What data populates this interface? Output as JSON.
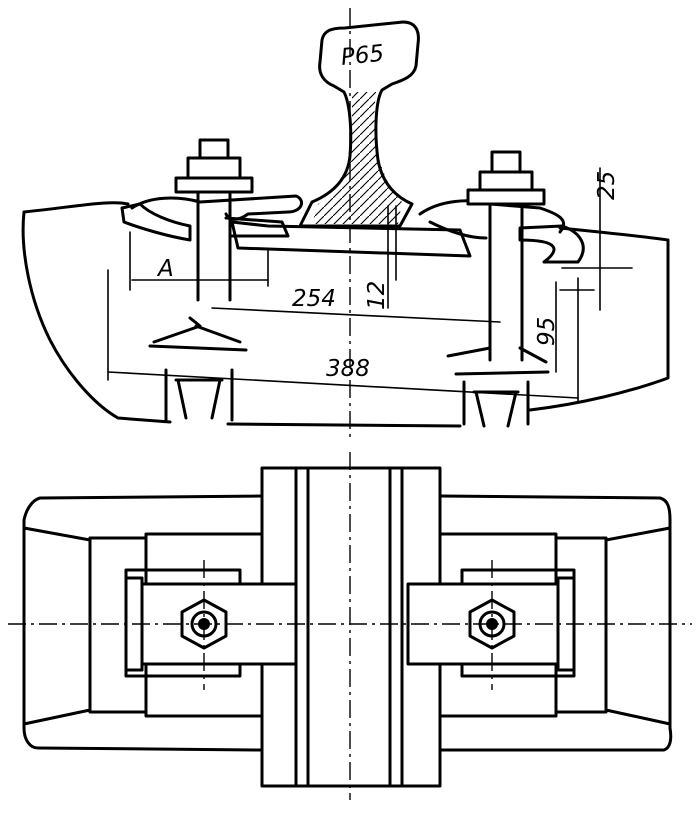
{
  "labels": {
    "rail_type": "P65",
    "section_label": "A",
    "dim_pad_spacing": "254",
    "dim_pad_thickness": "12",
    "dim_plate_width": "388",
    "dim_bolt_depth": "95",
    "dim_top_offset": "25"
  },
  "colors": {
    "ink": "#000000",
    "paper": "#ffffff"
  }
}
